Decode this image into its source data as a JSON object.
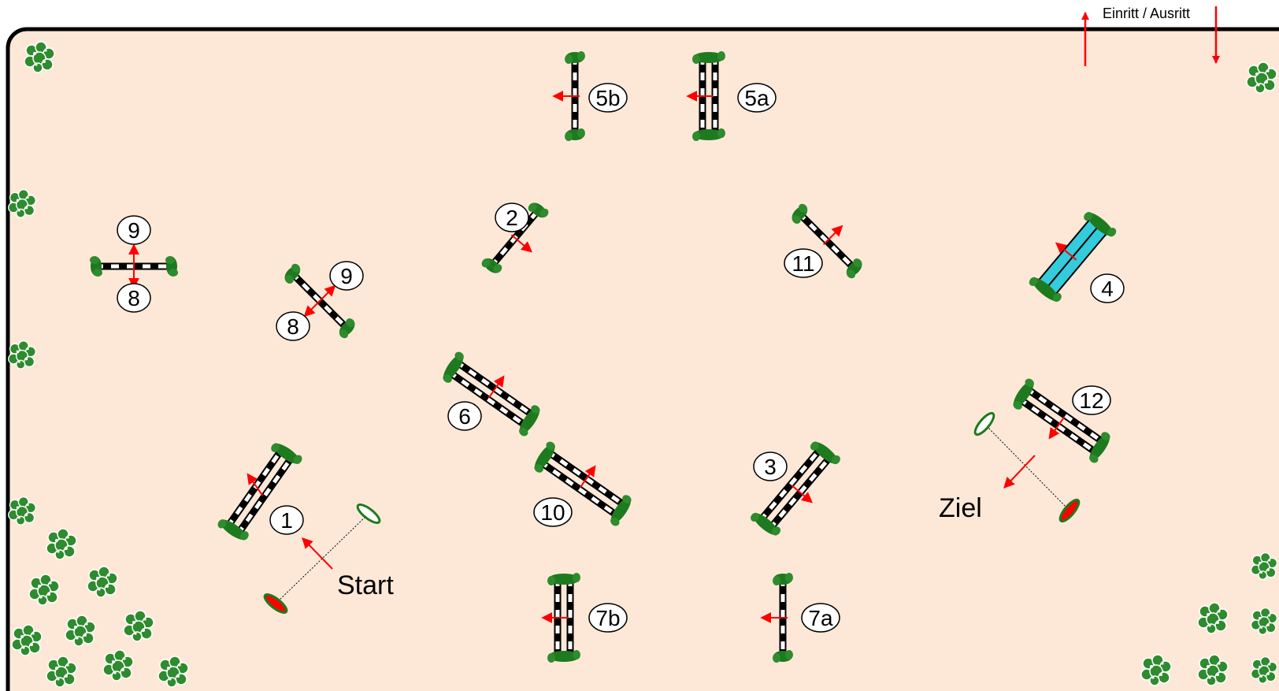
{
  "entrance": {
    "label": "Einritt / Ausritt"
  },
  "start_label": "Start",
  "finish_label": "Ziel",
  "colors": {
    "arena_fill": "#fde8d8",
    "border": "#000000",
    "arrow": "#ff0000",
    "bush": "#2e8b2e",
    "post": "#1e7a1e",
    "pole_dark": "#000000",
    "pole_light": "#ffffff",
    "water": "#33ccdd"
  },
  "jumps": [
    {
      "id": "jump-1",
      "labels": [
        "1"
      ],
      "kind": "oxer"
    },
    {
      "id": "jump-2",
      "labels": [
        "2"
      ],
      "kind": "vertical"
    },
    {
      "id": "jump-3",
      "labels": [
        "3"
      ],
      "kind": "oxer"
    },
    {
      "id": "jump-4",
      "labels": [
        "4"
      ],
      "kind": "water"
    },
    {
      "id": "jump-5a",
      "labels": [
        "5a"
      ],
      "kind": "oxer"
    },
    {
      "id": "jump-5b",
      "labels": [
        "5b"
      ],
      "kind": "vertical"
    },
    {
      "id": "jump-6",
      "labels": [
        "6"
      ],
      "kind": "oxer"
    },
    {
      "id": "jump-7a",
      "labels": [
        "7a"
      ],
      "kind": "vertical"
    },
    {
      "id": "jump-7b",
      "labels": [
        "7b"
      ],
      "kind": "oxer"
    },
    {
      "id": "jump-8-9-left",
      "labels": [
        "9",
        "8"
      ],
      "kind": "vertical"
    },
    {
      "id": "jump-8-9-mid",
      "labels": [
        "9",
        "8"
      ],
      "kind": "vertical"
    },
    {
      "id": "jump-10",
      "labels": [
        "10"
      ],
      "kind": "oxer"
    },
    {
      "id": "jump-11",
      "labels": [
        "11"
      ],
      "kind": "vertical"
    },
    {
      "id": "jump-12",
      "labels": [
        "12"
      ],
      "kind": "oxer"
    }
  ]
}
